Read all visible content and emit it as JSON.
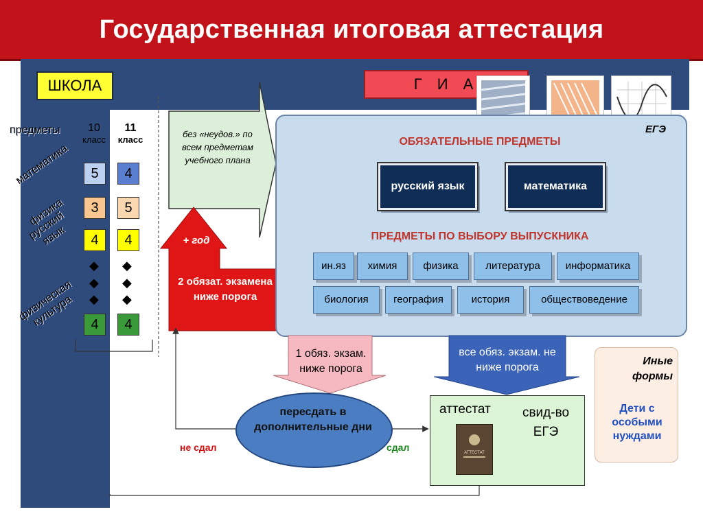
{
  "title": "Государственная итоговая аттестация",
  "school_label": "ШКОЛА",
  "gia_label": "Г И А",
  "ege_label": "ЕГЭ",
  "columns": {
    "subjects": "предметы",
    "grade10_num": "10",
    "grade10_word": "класс",
    "grade11_num": "11",
    "grade11_word": "класс"
  },
  "subjects": [
    {
      "name": "математика",
      "g10": "5",
      "g11": "4",
      "color10": "#bcd0f2",
      "color11": "#5b7fd0"
    },
    {
      "name": "физика",
      "g10": "3",
      "g11": "5",
      "color10": "#f8c68e",
      "color11": "#fbd7b0"
    },
    {
      "name": "русский язык",
      "g10": "4",
      "g11": "4",
      "color10": "#ffff00",
      "color11": "#ffff00"
    },
    {
      "name": "физическая культура",
      "g10": "4",
      "g11": "4",
      "color10": "#3a9a3a",
      "color11": "#3a9a3a"
    }
  ],
  "callout_text": "без «неудов.» по всем предметам учебного плана",
  "plus_year": "+ год",
  "two_exams_below": "2 обязат. экзамена ниже порога",
  "mandatory_header": "ОБЯЗАТЕЛЬНЫЕ ПРЕДМЕТЫ",
  "mandatory": [
    "русский язык",
    "математика"
  ],
  "elective_header": "ПРЕДМЕТЫ ПО ВЫБОРУ ВЫПУСКНИКА",
  "electives_row1": [
    "ин.яз",
    "химия",
    "физика",
    "литература",
    "информатика"
  ],
  "electives_row2": [
    "биология",
    "география",
    "история",
    "обществоведение"
  ],
  "one_exam_below": "1 обяз. экзам. ниже порога",
  "all_exams_ok": "все обяз. экзам. не ниже порога",
  "retake": "пересдать в дополнительные дни",
  "failed": "не сдал",
  "passed": "сдал",
  "certificate": "аттестат",
  "ege_cert": "свид-во ЕГЭ",
  "cert_doc_title": "АТТЕСТАТ",
  "other_forms": "Иные формы",
  "special_needs": "Дети с особыми нуждами",
  "colors": {
    "brand_red": "#c1121a",
    "navy": "#2f4b7c",
    "panel": "#c9dcee",
    "accent_red": "#c0352b",
    "green_text": "#1a8a1a"
  }
}
